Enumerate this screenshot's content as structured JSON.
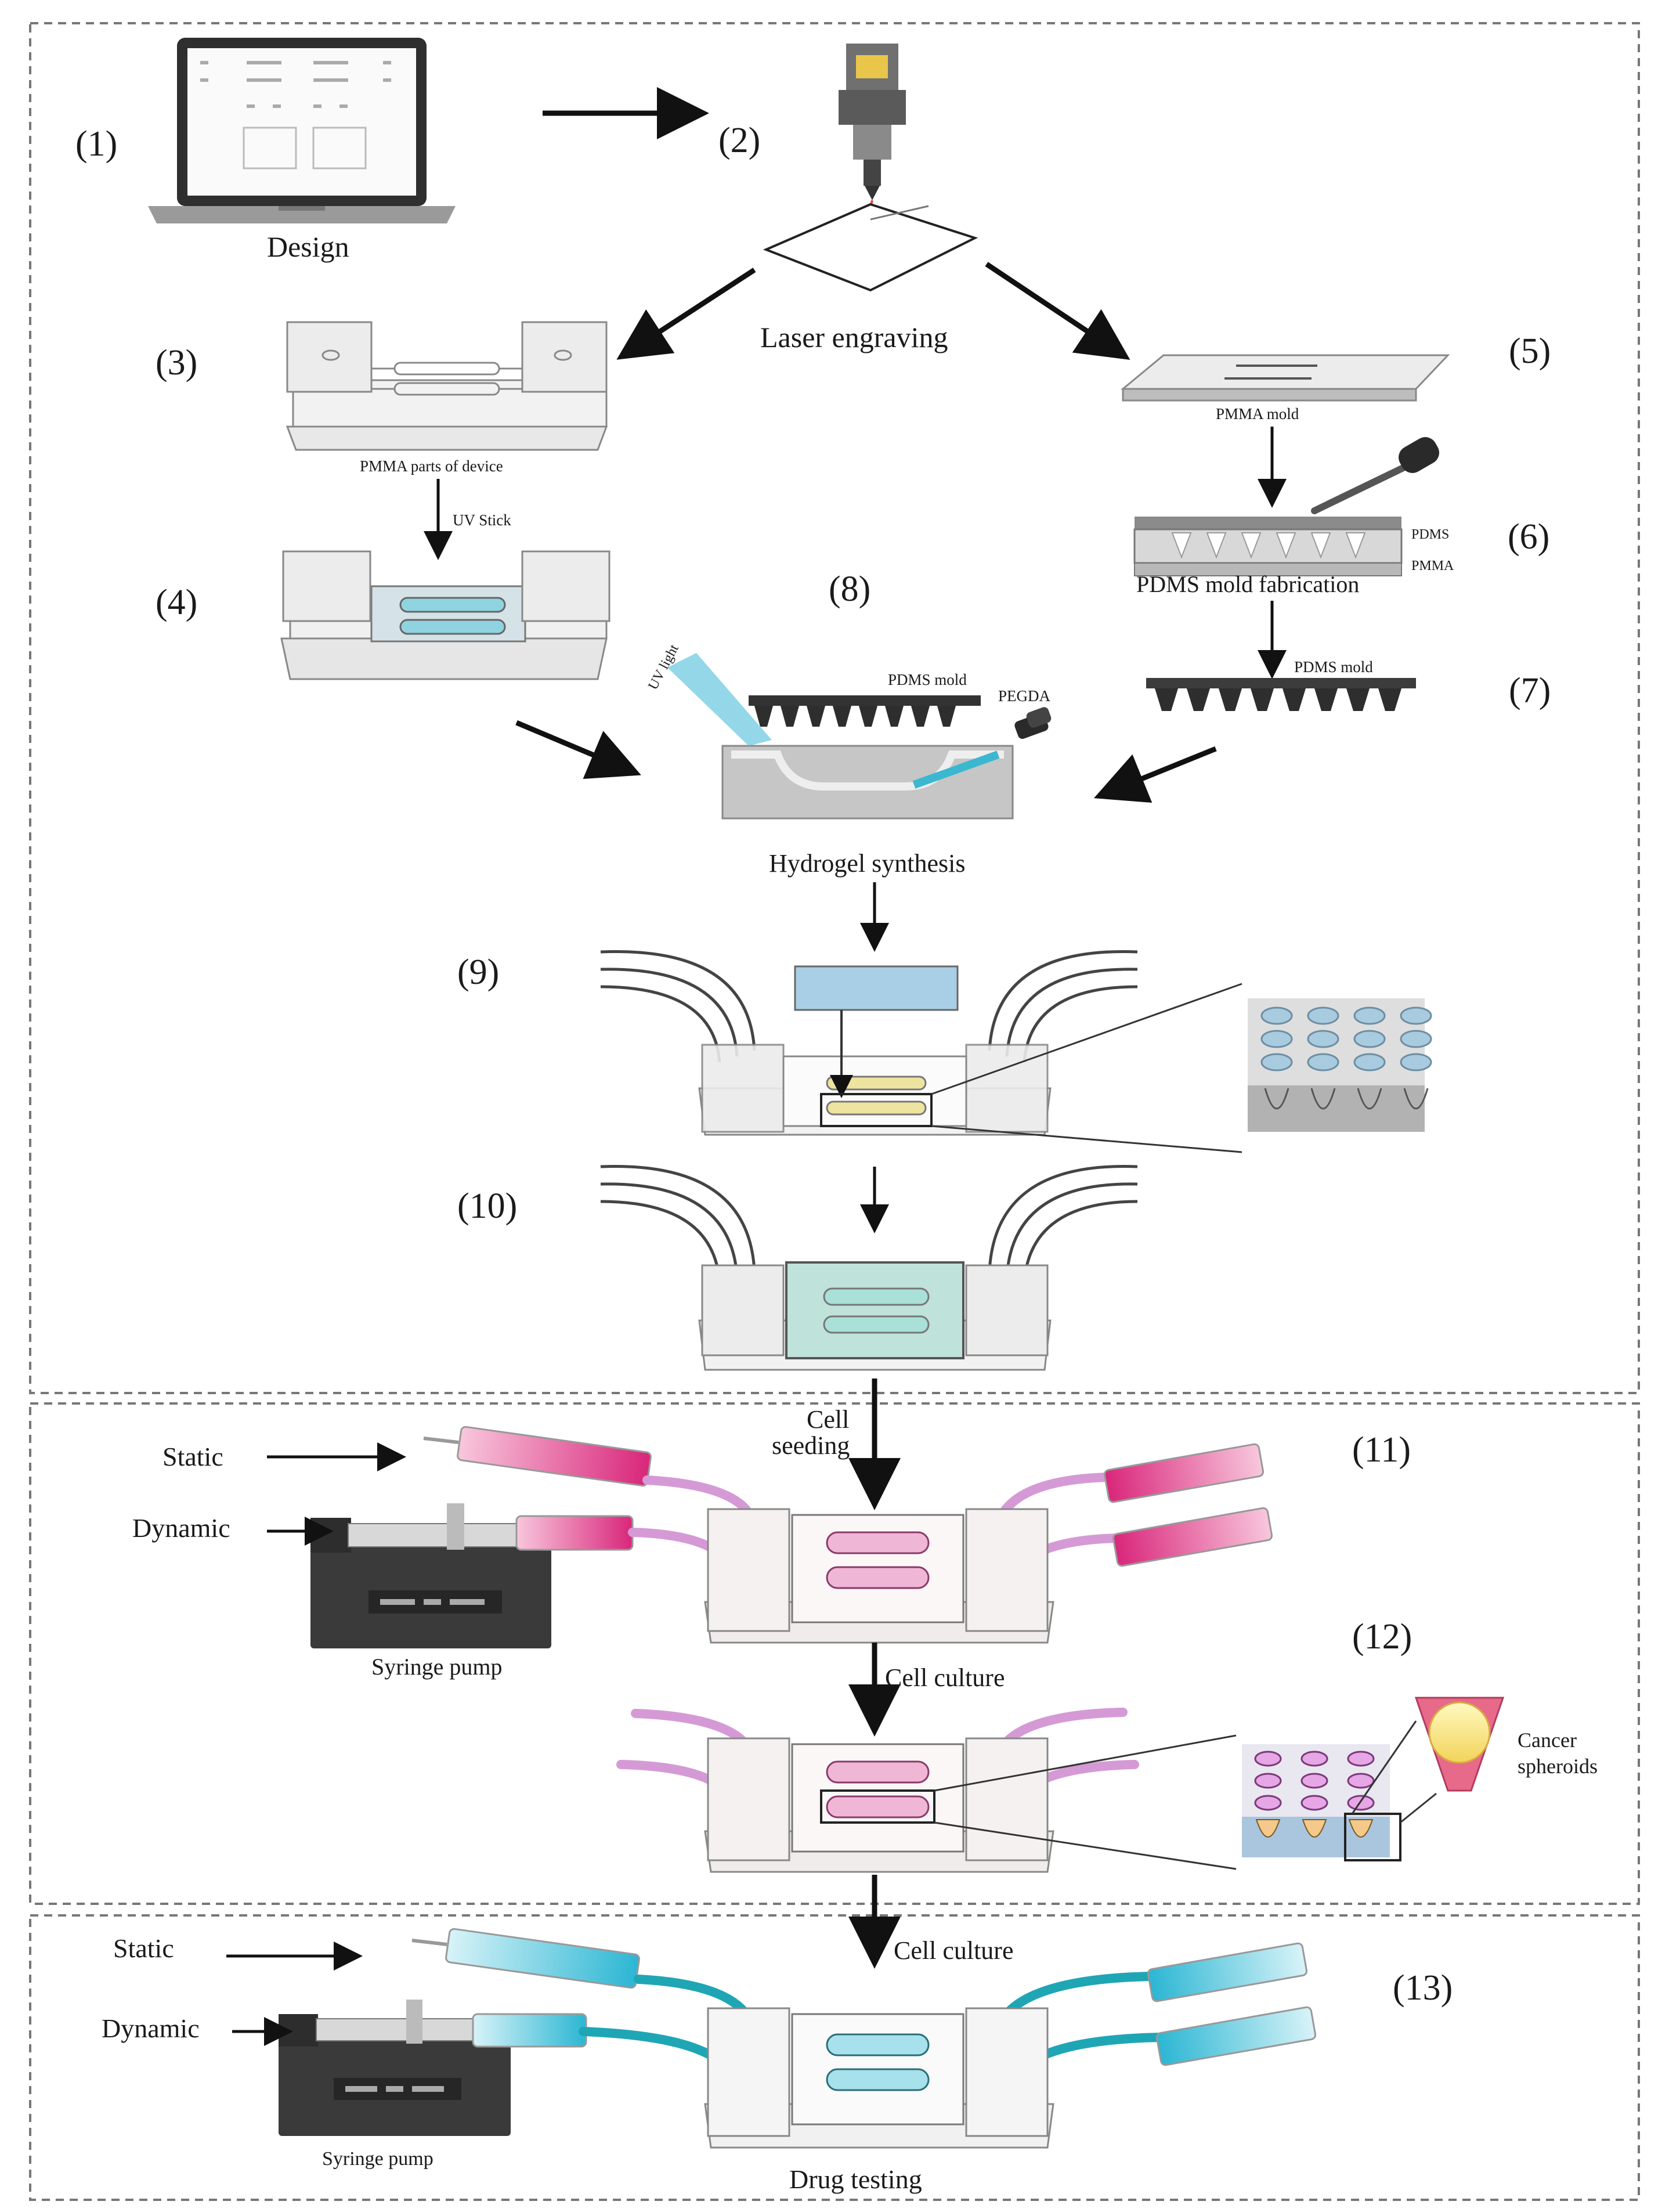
{
  "steps": {
    "s1": "(1)",
    "s2": "(2)",
    "s3": "(3)",
    "s4": "(4)",
    "s5": "(5)",
    "s6": "(6)",
    "s7": "(7)",
    "s8": "(8)",
    "s9": "(9)",
    "s10": "(10)",
    "s11": "(11)",
    "s12": "(12)",
    "s13": "(13)"
  },
  "captions": {
    "design": "Design",
    "laser_engraving": "Laser engraving",
    "pmma_parts": "PMMA parts of device",
    "uv_stick": "UV Stick",
    "pmma_mold": "PMMA mold",
    "pdms_layer": "PDMS",
    "pmma_layer": "PMMA",
    "pdms_mold_fabrication": "PDMS mold fabrication",
    "pdms_mold_7": "PDMS mold",
    "uv_light": "UV light",
    "pdms_mold_8": "PDMS mold",
    "pegda": "PEGDA",
    "hydrogel_synthesis": "Hydrogel synthesis",
    "cell_seeding_1": "Cell",
    "cell_seeding_2": "seeding",
    "static_1": "Static",
    "dynamic_1": "Dynamic",
    "syringe_pump_1": "Syringe pump",
    "cell_culture_1": "Cell culture",
    "cancer_spheroids_1": "Cancer",
    "cancer_spheroids_2": "spheroids",
    "cell_culture_2": "Cell culture",
    "static_2": "Static",
    "dynamic_2": "Dynamic",
    "syringe_pump_2": "Syringe pump",
    "drug_testing": "Drug testing"
  },
  "colors": {
    "channel_blue": "#8fd3e0",
    "hydrogel_blue": "#a9cfe6",
    "cell_pink": "#e05aa0",
    "tube_pink": "#d59ad6",
    "drug_cyan": "#3bb8cf",
    "pump_dark": "#3a3a3a",
    "frame_dash": "#777777"
  }
}
